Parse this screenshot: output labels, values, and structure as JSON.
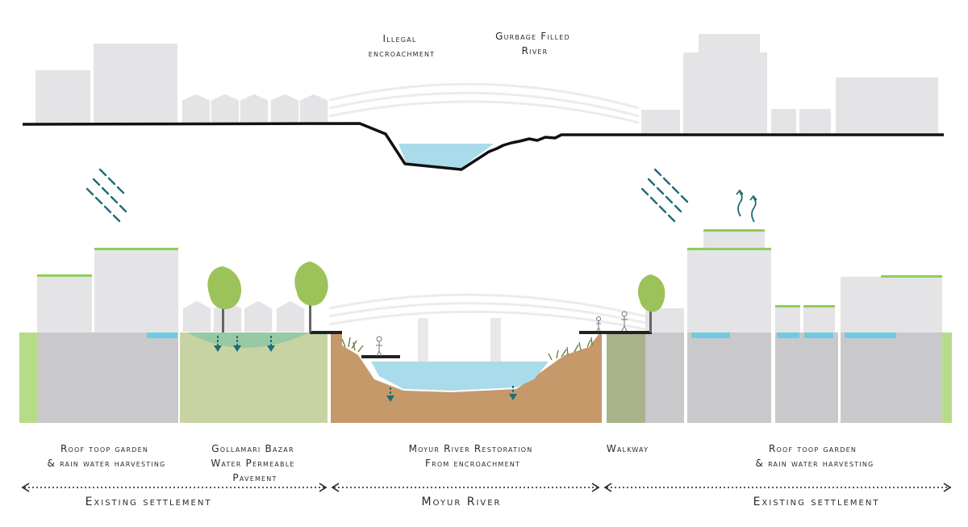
{
  "top_section": {
    "label_encroachment": [
      "Illegal",
      "encroachment"
    ],
    "label_garbage": [
      "Gurbage Filled",
      "River"
    ]
  },
  "bottom_labels": {
    "roof_left": [
      "Roof toop garden",
      "& rain water harvesting"
    ],
    "bazar": [
      "Gollamari Bazar",
      "Water Permeable",
      "Pavement"
    ],
    "restoration": [
      "Moyur River Restoration",
      "From encroachment"
    ],
    "walkway": [
      "Walkway"
    ],
    "roof_right": [
      "Roof toop garden",
      "& rain water harvesting"
    ]
  },
  "zones": {
    "left": "Existing settlement",
    "middle": "Moyur River",
    "right": "Existing settlement"
  },
  "colors": {
    "building": "#e4e4e6",
    "ground": "#c9c9cb",
    "water": "#a9dbea",
    "soil": "#c6996b",
    "pavement": "#c8d3a4",
    "green_roof": "#8fce5a",
    "rain": "#1e6d74",
    "tree": "#9bc35a",
    "line": "#111111"
  }
}
